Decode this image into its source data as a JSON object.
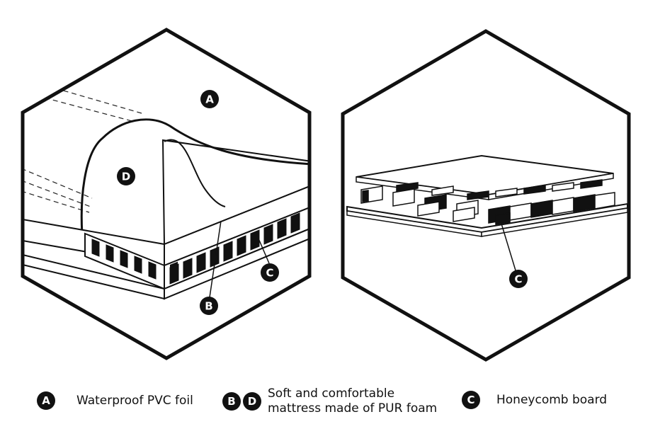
{
  "panels": {
    "left_labels": {
      "a": "A",
      "b": "B",
      "c": "C",
      "d": "D"
    },
    "right_labels": {
      "c": "C"
    }
  },
  "legend": {
    "a": {
      "badge": "A",
      "text": "Waterproof PVC foil"
    },
    "bd": {
      "badge_b": "B",
      "badge_d": "D",
      "line1": "Soft and comfortable",
      "line2": "mattress made of PUR foam"
    },
    "c": {
      "badge": "C",
      "text": "Honeycomb board"
    }
  }
}
